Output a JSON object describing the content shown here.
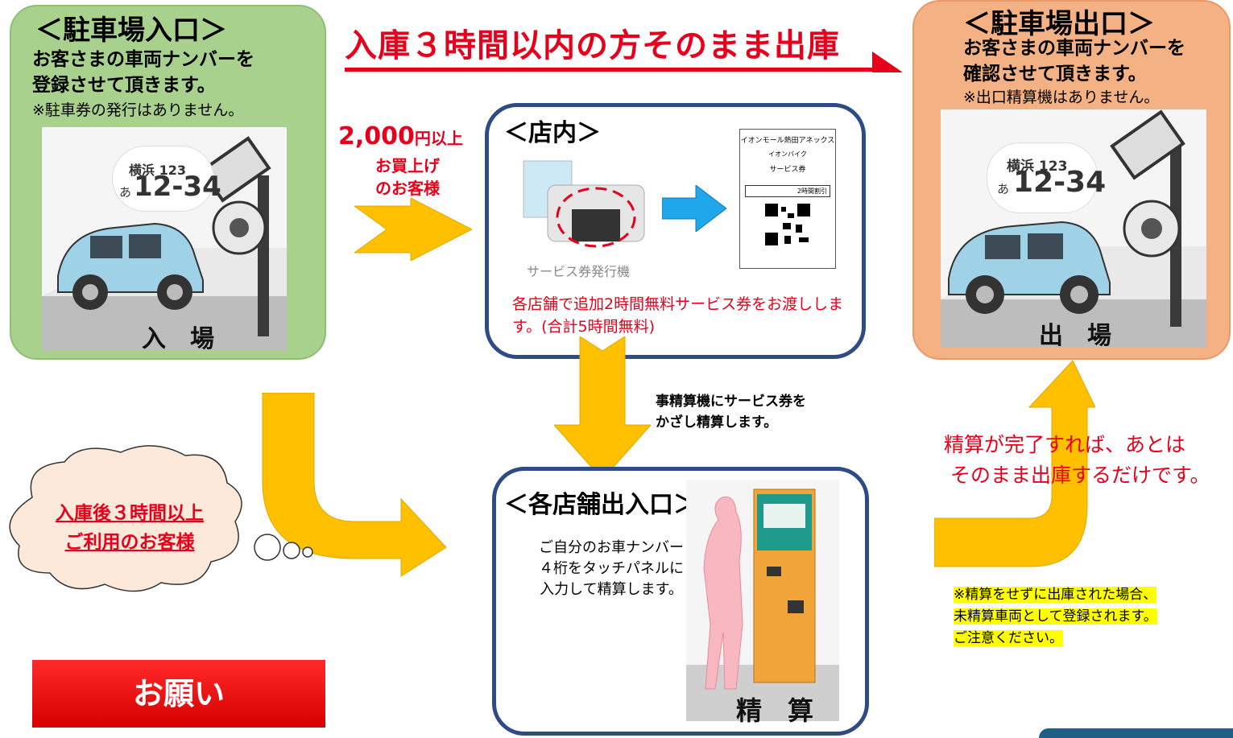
{
  "headline": "入庫３時間以内の方そのまま出庫",
  "entry": {
    "title": "＜駐車場入口＞",
    "line1": "お客さまの車両ナンバーを",
    "line2": "登録させて頂きます。",
    "note": "※駐車券の発行はありません。",
    "plate_small": "横浜 123",
    "plate_big": "12-34",
    "plate_kana": "あ",
    "floor_label": "入　場"
  },
  "exit": {
    "title": "＜駐車場出口＞",
    "line1": "お客さまの車両ナンバーを",
    "line2": "確認させて頂きます。",
    "note": "※出口精算機はありません。",
    "plate_small": "横浜 123",
    "plate_big": "12-34",
    "plate_kana": "あ",
    "floor_label": "出　場"
  },
  "purchase": {
    "amount": "2,000",
    "amount_unit": "円以上",
    "line2": "お買上げ",
    "line3": "のお客様"
  },
  "store": {
    "title": "＜店内＞",
    "machine_label": "サービス券発行機",
    "ticket_line1": "イオンモール熱田アネックス",
    "ticket_line2": "イオンバイク",
    "ticket_line3": "サービス券",
    "ticket_discount": "2時間割引",
    "message": "各店舗で追加2時間無料サービス券をお渡しします。(合計5時間無料)"
  },
  "settle_note": {
    "line1": "事精算機にサービス券を",
    "line2": "かざし精算します。"
  },
  "cloud": {
    "line1": "入庫後３時間以上",
    "line2": "ご利用のお客様"
  },
  "shop": {
    "title": "＜各店舗出入口＞",
    "line1": "ご自分のお車ナンバー",
    "line2": "４桁をタッチパネルに",
    "line3": "入力して精算します。",
    "floor_label": "精　算"
  },
  "finish": {
    "line1": "精算が完了すれば、あとは",
    "line2": "そのまま出庫するだけです。"
  },
  "warning": {
    "line1": "※精算をせずに出庫された場合、",
    "line2": "未精算車両として登録されます。",
    "line3": "ご注意ください。"
  },
  "request_sign": "お願い",
  "colors": {
    "red": "#e6001b",
    "navy": "#2f4b86",
    "arrow": "#ffc000",
    "green": "#a9d18e",
    "orange": "#f4b183"
  }
}
